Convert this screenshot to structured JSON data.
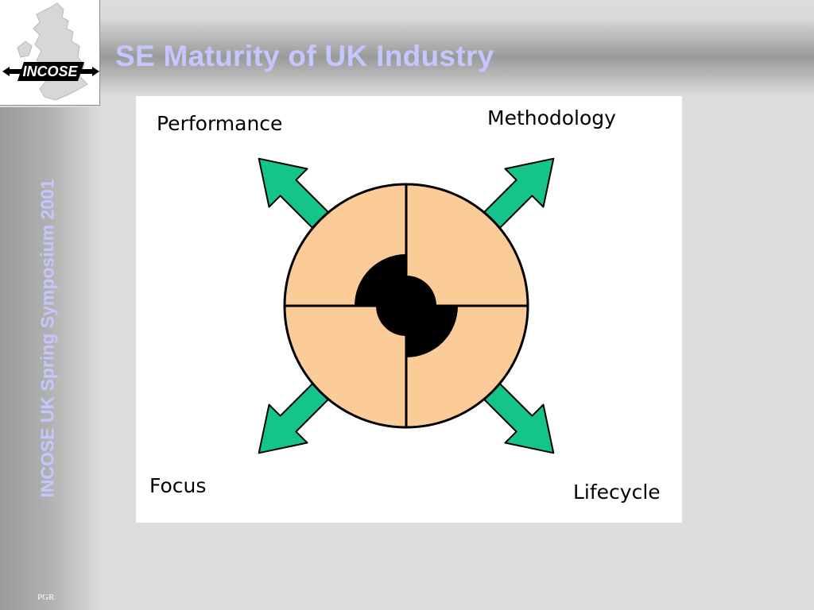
{
  "slide": {
    "title": "SE Maturity of UK Industry",
    "vertical_title": "INCOSE UK Spring Symposium 2001",
    "footer_code": "PGR"
  },
  "logo": {
    "text": "INCOSE",
    "icon": "uk-map-arrow-logo"
  },
  "diagram": {
    "labels": {
      "top_left": "Performance",
      "top_right": "Methodology",
      "bottom_left": "Focus",
      "bottom_right": "Lifecycle"
    },
    "colors": {
      "arrow": "#14c48a",
      "quadrant": "#fccc98",
      "core": "#000000",
      "title": "#c6c6ff"
    }
  }
}
